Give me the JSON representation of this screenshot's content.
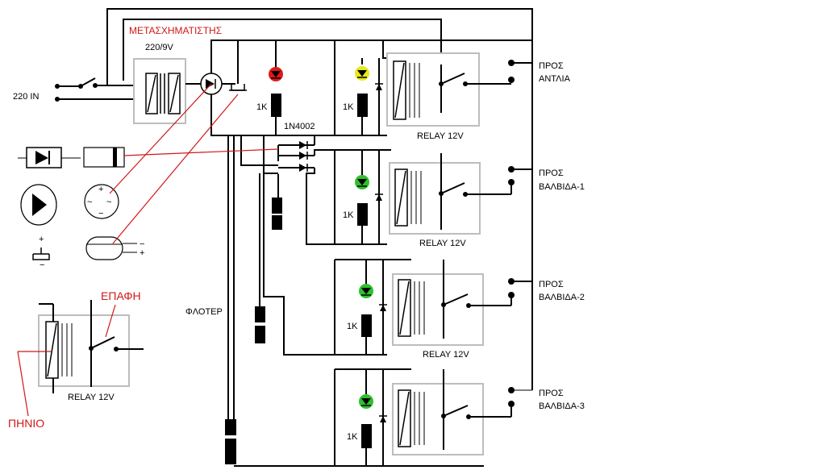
{
  "labels": {
    "transformer": "ΜΕΤΑΣΧΗΜΑΤΙΣΤΗΣ",
    "voltage": "220/9V",
    "input": "220 IN",
    "diode_part": "1N4002",
    "resistor": "1K",
    "relay": "RELAY 12V",
    "float": "ΦΛΟΤΕΡ",
    "contact": "ΕΠΑΦΗ",
    "coil": "ΠΗΝΙΟ",
    "plus": "+",
    "minus": "−",
    "tilde": "~"
  },
  "outputs": [
    {
      "line1": "ΠΡΟΣ",
      "line2": "ΑΝΤΛΙΑ"
    },
    {
      "line1": "ΠΡΟΣ",
      "line2": "ΒΑΛΒΙΔΑ-1"
    },
    {
      "line1": "ΠΡΟΣ",
      "line2": "ΒΑΛΒΙΔΑ-2"
    },
    {
      "line1": "ΠΡΟΣ",
      "line2": "ΒΑΛΒΙΔΑ-3"
    }
  ],
  "led_colors": [
    "#e01818",
    "#e8e81c",
    "#2ec02e",
    "#2ec02e",
    "#2ec02e"
  ],
  "colors": {
    "wire": "#000000",
    "annotation": "#d01818",
    "relay_frame": "#bdbdbd"
  }
}
